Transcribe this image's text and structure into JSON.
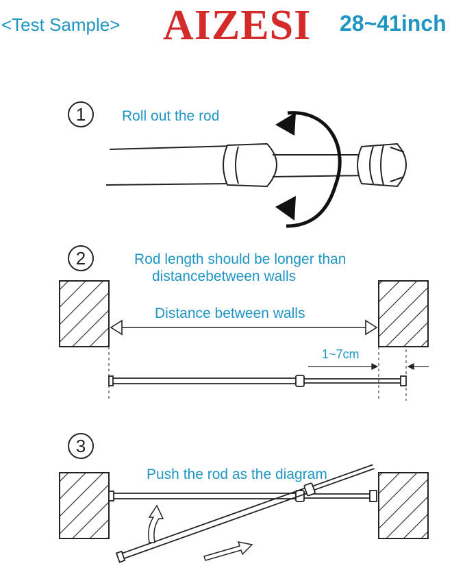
{
  "header": {
    "sample_label": "<Test Sample>",
    "brand": "AIZESI",
    "size_range": "28~41inch"
  },
  "steps": [
    {
      "number": "1",
      "instruction": "Roll out the rod"
    },
    {
      "number": "2",
      "instruction_line1": "Rod length should be longer than",
      "instruction_line2": "distancebetween walls",
      "distance_label": "Distance between walls",
      "gap_label": "1~7cm"
    },
    {
      "number": "3",
      "instruction": "Push the rod as the diagram"
    }
  ],
  "colors": {
    "text_blue": "#1f95c4",
    "brand_red": "#d42a2a",
    "line": "#222222"
  },
  "icons": [
    "rotation-arrow-icon",
    "wall-hatch-icon",
    "push-arrow-icon"
  ]
}
